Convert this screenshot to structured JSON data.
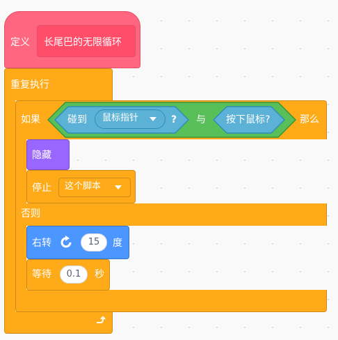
{
  "define_block": {
    "keyword": "定义",
    "name": "长尾巴的无限循环"
  },
  "forever_block": {
    "label": "重复执行"
  },
  "if_else_block": {
    "if_label": "如果",
    "then_label": "那么",
    "else_label": "否则",
    "condition": {
      "touching_label": "碰到",
      "touching_target": "鼠标指针",
      "touching_suffix": "?",
      "and_label": "与",
      "mouse_down_label": "按下鼠标?"
    }
  },
  "hide_block": {
    "label": "隐藏"
  },
  "stop_block": {
    "label": "停止",
    "option": "这个脚本"
  },
  "turn_block": {
    "label": "右转",
    "value": "15",
    "unit": "度"
  },
  "wait_block": {
    "label": "等待",
    "value": "0.1",
    "unit": "秒"
  },
  "colors": {
    "define": "#ff6680",
    "control": "#ffab19",
    "operators": "#59c059",
    "sensing": "#5cb1d6",
    "looks": "#9966ff",
    "motion": "#4c97ff"
  }
}
